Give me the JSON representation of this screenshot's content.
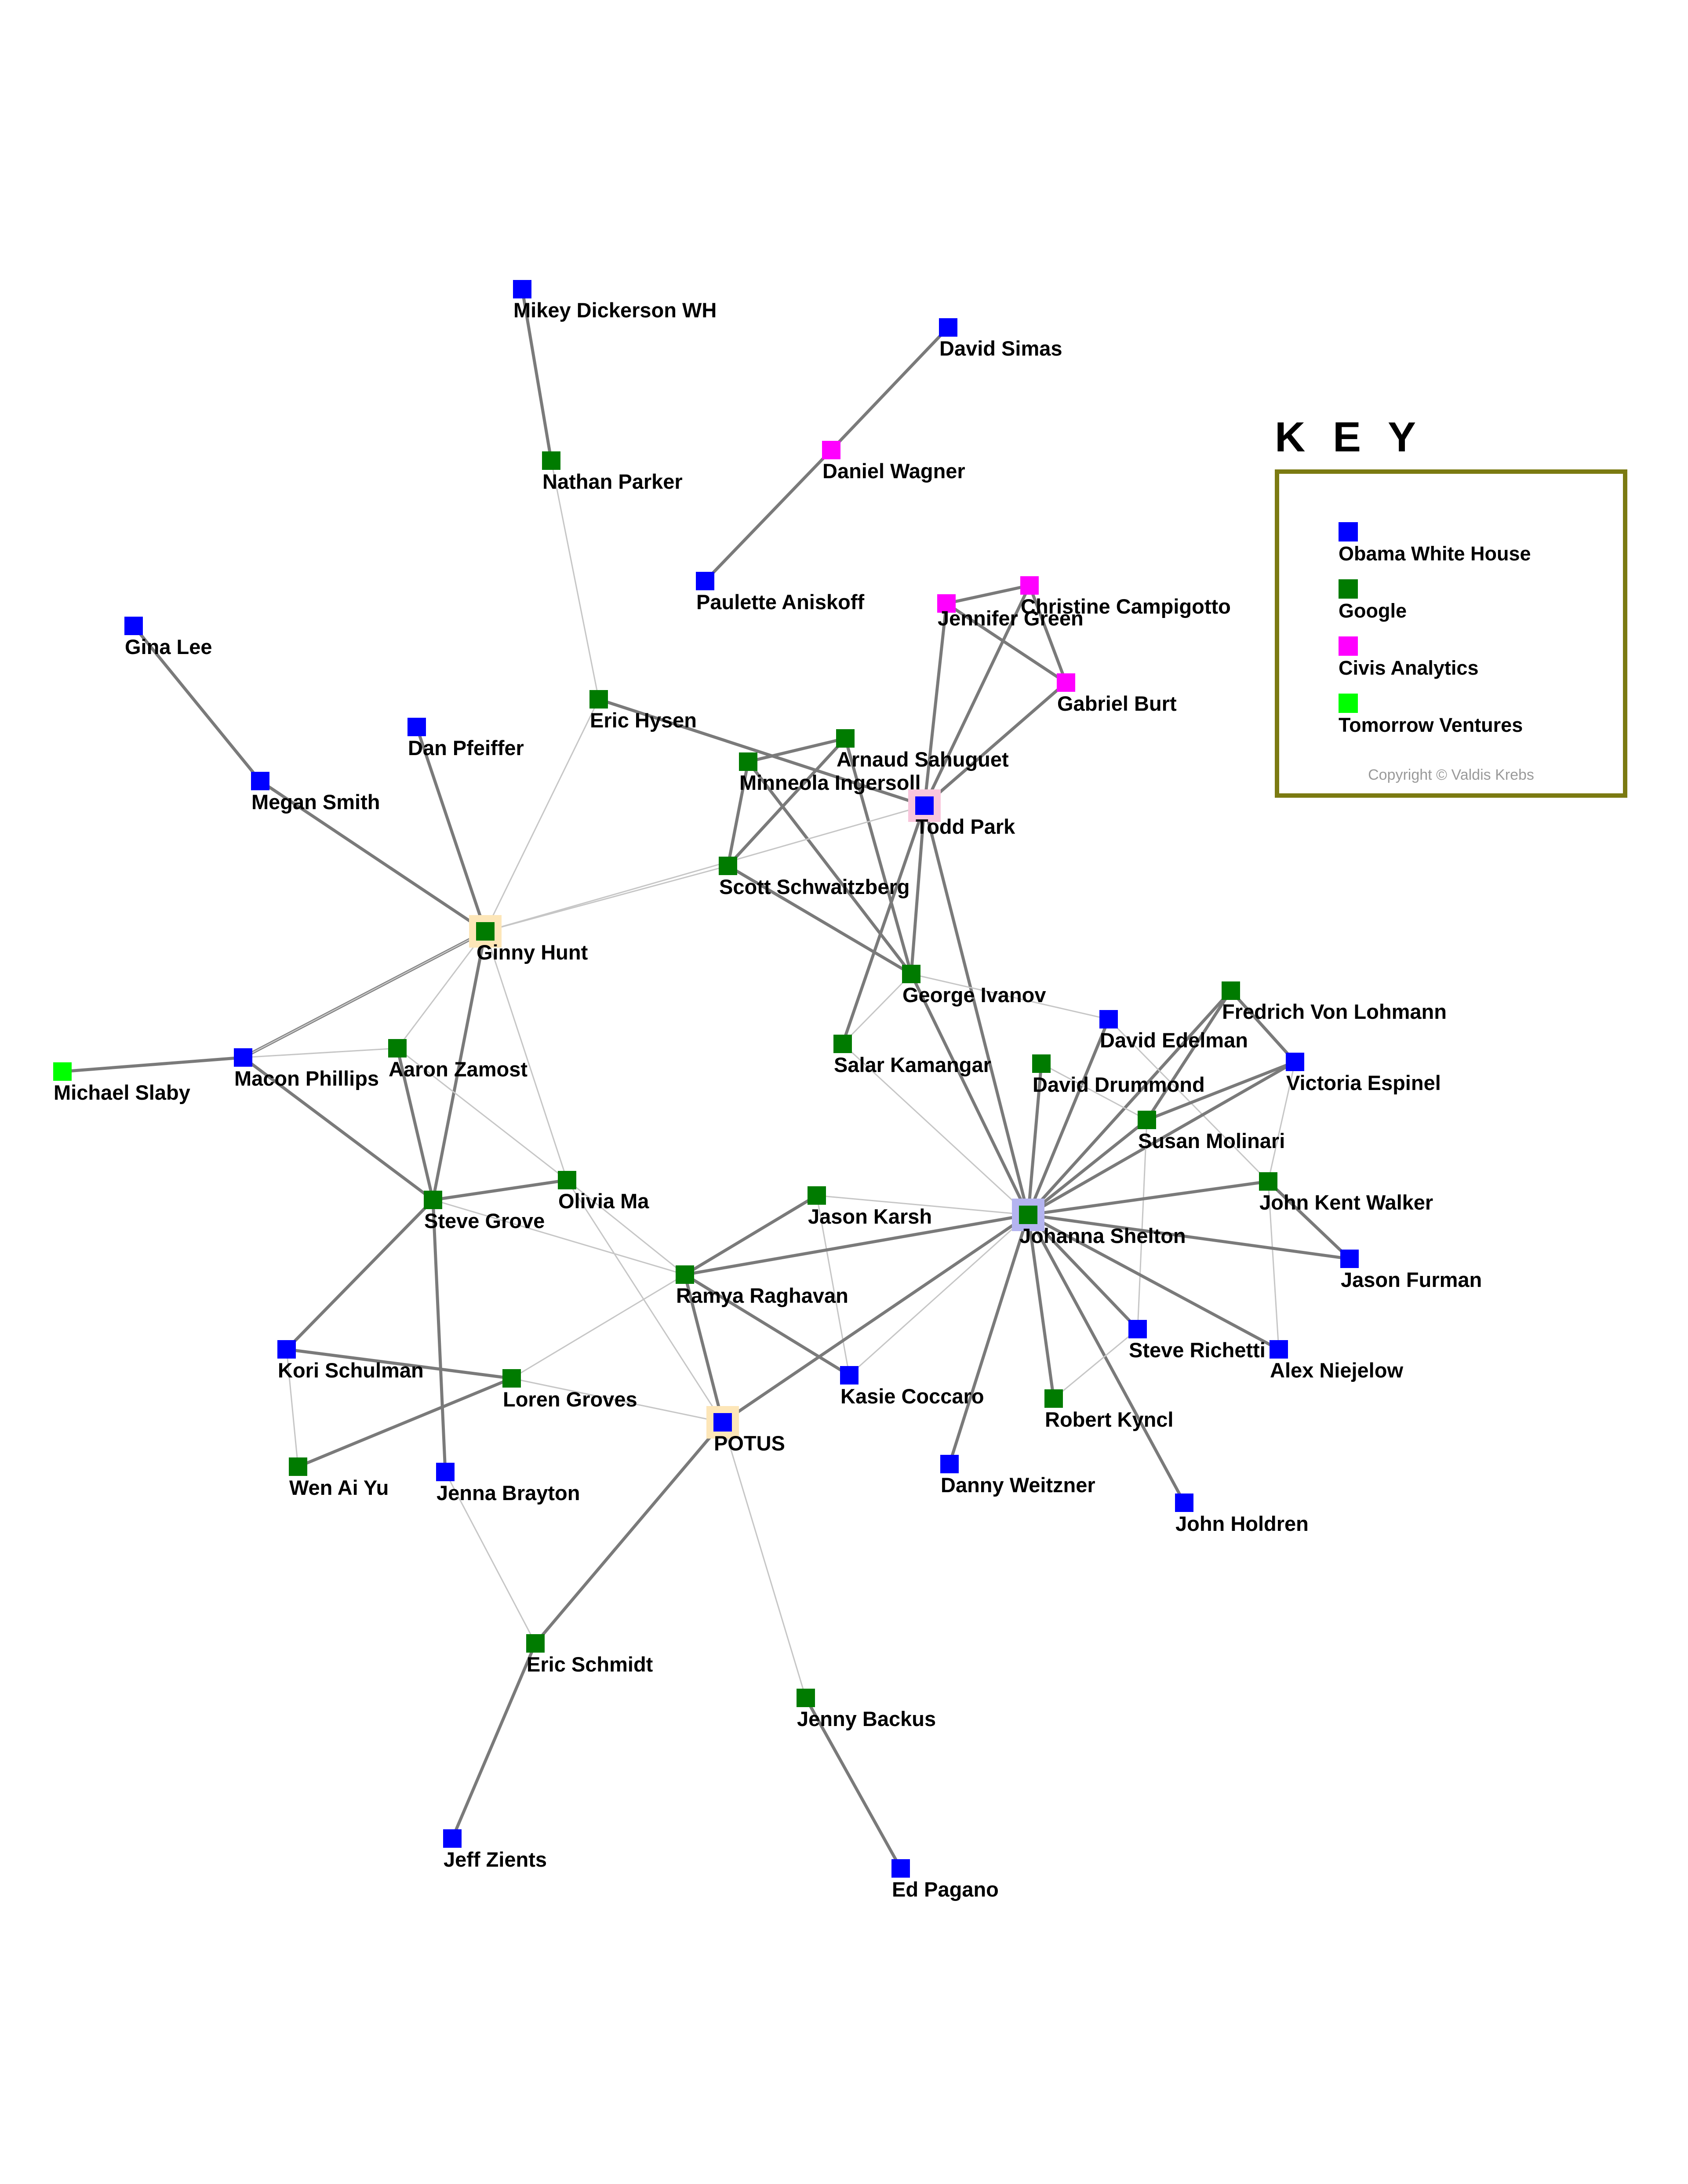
{
  "key": {
    "title": "K E Y",
    "items": [
      {
        "label": "Obama White House",
        "color": "#0000ff"
      },
      {
        "label": "Google",
        "color": "#007b00"
      },
      {
        "label": "Civis Analytics",
        "color": "#ff00ff"
      },
      {
        "label": "Tomorrow Ventures",
        "color": "#00ff00"
      }
    ],
    "copyright": "Copyright © Valdis Krebs"
  },
  "colors": {
    "Obama White House": "#0000ff",
    "Google": "#007b00",
    "Civis Analytics": "#ff00ff",
    "Tomorrow Ventures": "#00ff00",
    "highlight_potus": "#fde6b8",
    "highlight_ginny": "#fde6b8",
    "highlight_todd": "#f9c6dc",
    "highlight_johanna": "#b4b4f0",
    "edge_strong": "#7a7a7a",
    "edge_weak": "#c6c6c6"
  },
  "nodes": [
    {
      "id": "mikey",
      "label": "Mikey Dickerson WH",
      "group": "Obama White House"
    },
    {
      "id": "nathan",
      "label": "Nathan Parker",
      "group": "Google"
    },
    {
      "id": "simas",
      "label": "David Simas",
      "group": "Obama White House"
    },
    {
      "id": "wagner",
      "label": "Daniel Wagner",
      "group": "Civis Analytics"
    },
    {
      "id": "paulette",
      "label": "Paulette Aniskoff",
      "group": "Obama White House"
    },
    {
      "id": "jgreen",
      "label": "Jennifer Green",
      "group": "Civis Analytics"
    },
    {
      "id": "christine",
      "label": "Christine Campigotto",
      "group": "Civis Analytics"
    },
    {
      "id": "gburt",
      "label": "Gabriel Burt",
      "group": "Civis Analytics"
    },
    {
      "id": "gina",
      "label": "Gina Lee",
      "group": "Obama White House"
    },
    {
      "id": "megan",
      "label": "Megan Smith",
      "group": "Obama White House"
    },
    {
      "id": "dan",
      "label": "Dan Pfeiffer",
      "group": "Obama White House"
    },
    {
      "id": "hysen",
      "label": "Eric Hysen",
      "group": "Google"
    },
    {
      "id": "arnaud",
      "label": "Arnaud Sahuguet",
      "group": "Google"
    },
    {
      "id": "minneola",
      "label": "Minneola Ingersoll",
      "group": "Google"
    },
    {
      "id": "todd",
      "label": "Todd Park",
      "group": "Obama White House",
      "highlight": "highlight_todd"
    },
    {
      "id": "scott",
      "label": "Scott Schwaitzberg",
      "group": "Google"
    },
    {
      "id": "ginny",
      "label": "Ginny Hunt",
      "group": "Google",
      "highlight": "highlight_ginny"
    },
    {
      "id": "george",
      "label": "George Ivanov",
      "group": "Google"
    },
    {
      "id": "fredrich",
      "label": "Fredrich Von Lohmann",
      "group": "Google"
    },
    {
      "id": "edelman",
      "label": "David Edelman",
      "group": "Obama White House"
    },
    {
      "id": "salar",
      "label": "Salar Kamangar",
      "group": "Google"
    },
    {
      "id": "drummond",
      "label": "David Drummond",
      "group": "Google"
    },
    {
      "id": "espinel",
      "label": "Victoria Espinel",
      "group": "Obama White House"
    },
    {
      "id": "molinari",
      "label": "Susan Molinari",
      "group": "Google"
    },
    {
      "id": "slaby",
      "label": "Michael Slaby",
      "group": "Tomorrow Ventures"
    },
    {
      "id": "macon",
      "label": "Macon Phillips",
      "group": "Obama White House"
    },
    {
      "id": "zamost",
      "label": "Aaron Zamost",
      "group": "Google"
    },
    {
      "id": "olivia",
      "label": "Olivia Ma",
      "group": "Google"
    },
    {
      "id": "steve",
      "label": "Steve Grove",
      "group": "Google"
    },
    {
      "id": "karsh",
      "label": "Jason Karsh",
      "group": "Google"
    },
    {
      "id": "johanna",
      "label": "Johanna Shelton",
      "group": "Google",
      "highlight": "highlight_johanna"
    },
    {
      "id": "walker",
      "label": "John Kent Walker",
      "group": "Google"
    },
    {
      "id": "furman",
      "label": "Jason Furman",
      "group": "Obama White House"
    },
    {
      "id": "ramya",
      "label": "Ramya Raghavan",
      "group": "Google"
    },
    {
      "id": "kori",
      "label": "Kori Schulman",
      "group": "Obama White House"
    },
    {
      "id": "loren",
      "label": "Loren Groves",
      "group": "Google"
    },
    {
      "id": "kasie",
      "label": "Kasie Coccaro",
      "group": "Obama White House"
    },
    {
      "id": "richetti",
      "label": "Steve Richetti",
      "group": "Obama White House"
    },
    {
      "id": "niejelow",
      "label": "Alex Niejelow",
      "group": "Obama White House"
    },
    {
      "id": "kyncl",
      "label": "Robert Kyncl",
      "group": "Google"
    },
    {
      "id": "potus",
      "label": "POTUS",
      "group": "Obama White House",
      "highlight": "highlight_potus"
    },
    {
      "id": "wenaiyu",
      "label": "Wen Ai Yu",
      "group": "Google"
    },
    {
      "id": "jenna",
      "label": "Jenna Brayton",
      "group": "Obama White House"
    },
    {
      "id": "weitzner",
      "label": "Danny Weitzner",
      "group": "Obama White House"
    },
    {
      "id": "holdren",
      "label": "John Holdren",
      "group": "Obama White House"
    },
    {
      "id": "schmidt",
      "label": "Eric Schmidt",
      "group": "Google"
    },
    {
      "id": "backus",
      "label": "Jenny Backus",
      "group": "Google"
    },
    {
      "id": "zients",
      "label": "Jeff Zients",
      "group": "Obama White House"
    },
    {
      "id": "pagano",
      "label": "Ed Pagano",
      "group": "Obama White House"
    }
  ],
  "edges": [
    [
      "mikey",
      "nathan",
      "strong"
    ],
    [
      "nathan",
      "hysen",
      "weak"
    ],
    [
      "simas",
      "wagner",
      "strong"
    ],
    [
      "wagner",
      "paulette",
      "strong"
    ],
    [
      "jgreen",
      "christine",
      "strong"
    ],
    [
      "jgreen",
      "gburt",
      "strong"
    ],
    [
      "christine",
      "gburt",
      "strong"
    ],
    [
      "christine",
      "todd",
      "strong"
    ],
    [
      "jgreen",
      "todd",
      "strong"
    ],
    [
      "gburt",
      "todd",
      "strong"
    ],
    [
      "gina",
      "megan",
      "strong"
    ],
    [
      "megan",
      "ginny",
      "strong"
    ],
    [
      "dan",
      "ginny",
      "strong"
    ],
    [
      "hysen",
      "ginny",
      "weak"
    ],
    [
      "hysen",
      "todd",
      "strong"
    ],
    [
      "arnaud",
      "minneola",
      "strong"
    ],
    [
      "arnaud",
      "scott",
      "strong"
    ],
    [
      "arnaud",
      "george",
      "strong"
    ],
    [
      "minneola",
      "scott",
      "strong"
    ],
    [
      "minneola",
      "george",
      "strong"
    ],
    [
      "scott",
      "george",
      "strong"
    ],
    [
      "scott",
      "ginny",
      "weak"
    ],
    [
      "todd",
      "ginny",
      "weak"
    ],
    [
      "todd",
      "george",
      "strong"
    ],
    [
      "todd",
      "salar",
      "strong"
    ],
    [
      "todd",
      "johanna",
      "strong"
    ],
    [
      "ginny",
      "macon",
      "strong"
    ],
    [
      "ginny",
      "zamost",
      "weak"
    ],
    [
      "ginny",
      "steve",
      "strong"
    ],
    [
      "ginny",
      "olivia",
      "weak"
    ],
    [
      "ginny",
      "macon",
      "weak"
    ],
    [
      "slaby",
      "macon",
      "strong"
    ],
    [
      "macon",
      "zamost",
      "weak"
    ],
    [
      "macon",
      "steve",
      "strong"
    ],
    [
      "zamost",
      "steve",
      "strong"
    ],
    [
      "zamost",
      "olivia",
      "weak"
    ],
    [
      "steve",
      "olivia",
      "strong"
    ],
    [
      "steve",
      "ramya",
      "weak"
    ],
    [
      "steve",
      "kori",
      "strong"
    ],
    [
      "steve",
      "jenna",
      "strong"
    ],
    [
      "olivia",
      "ramya",
      "weak"
    ],
    [
      "olivia",
      "potus",
      "weak"
    ],
    [
      "george",
      "johanna",
      "strong"
    ],
    [
      "george",
      "edelman",
      "weak"
    ],
    [
      "george",
      "salar",
      "weak"
    ],
    [
      "salar",
      "johanna",
      "weak"
    ],
    [
      "fredrich",
      "espinel",
      "strong"
    ],
    [
      "fredrich",
      "johanna",
      "strong"
    ],
    [
      "fredrich",
      "molinari",
      "strong"
    ],
    [
      "edelman",
      "johanna",
      "strong"
    ],
    [
      "edelman",
      "walker",
      "weak"
    ],
    [
      "drummond",
      "johanna",
      "strong"
    ],
    [
      "drummond",
      "molinari",
      "weak"
    ],
    [
      "espinel",
      "johanna",
      "strong"
    ],
    [
      "espinel",
      "molinari",
      "strong"
    ],
    [
      "espinel",
      "walker",
      "weak"
    ],
    [
      "molinari",
      "johanna",
      "strong"
    ],
    [
      "molinari",
      "richetti",
      "weak"
    ],
    [
      "walker",
      "johanna",
      "strong"
    ],
    [
      "walker",
      "furman",
      "strong"
    ],
    [
      "walker",
      "niejelow",
      "weak"
    ],
    [
      "karsh",
      "johanna",
      "weak"
    ],
    [
      "karsh",
      "ramya",
      "strong"
    ],
    [
      "karsh",
      "kasie",
      "weak"
    ],
    [
      "johanna",
      "ramya",
      "strong"
    ],
    [
      "johanna",
      "furman",
      "strong"
    ],
    [
      "johanna",
      "richetti",
      "strong"
    ],
    [
      "johanna",
      "niejelow",
      "strong"
    ],
    [
      "johanna",
      "kyncl",
      "strong"
    ],
    [
      "johanna",
      "weitzner",
      "strong"
    ],
    [
      "johanna",
      "holdren",
      "strong"
    ],
    [
      "johanna",
      "potus",
      "strong"
    ],
    [
      "johanna",
      "kasie",
      "weak"
    ],
    [
      "richetti",
      "kyncl",
      "weak"
    ],
    [
      "ramya",
      "kasie",
      "strong"
    ],
    [
      "ramya",
      "potus",
      "strong"
    ],
    [
      "ramya",
      "loren",
      "weak"
    ],
    [
      "kori",
      "loren",
      "strong"
    ],
    [
      "kori",
      "wenaiyu",
      "weak"
    ],
    [
      "loren",
      "wenaiyu",
      "strong"
    ],
    [
      "loren",
      "potus",
      "weak"
    ],
    [
      "jenna",
      "schmidt",
      "weak"
    ],
    [
      "potus",
      "schmidt",
      "strong"
    ],
    [
      "potus",
      "backus",
      "weak"
    ],
    [
      "schmidt",
      "zients",
      "strong"
    ],
    [
      "backus",
      "pagano",
      "strong"
    ]
  ]
}
